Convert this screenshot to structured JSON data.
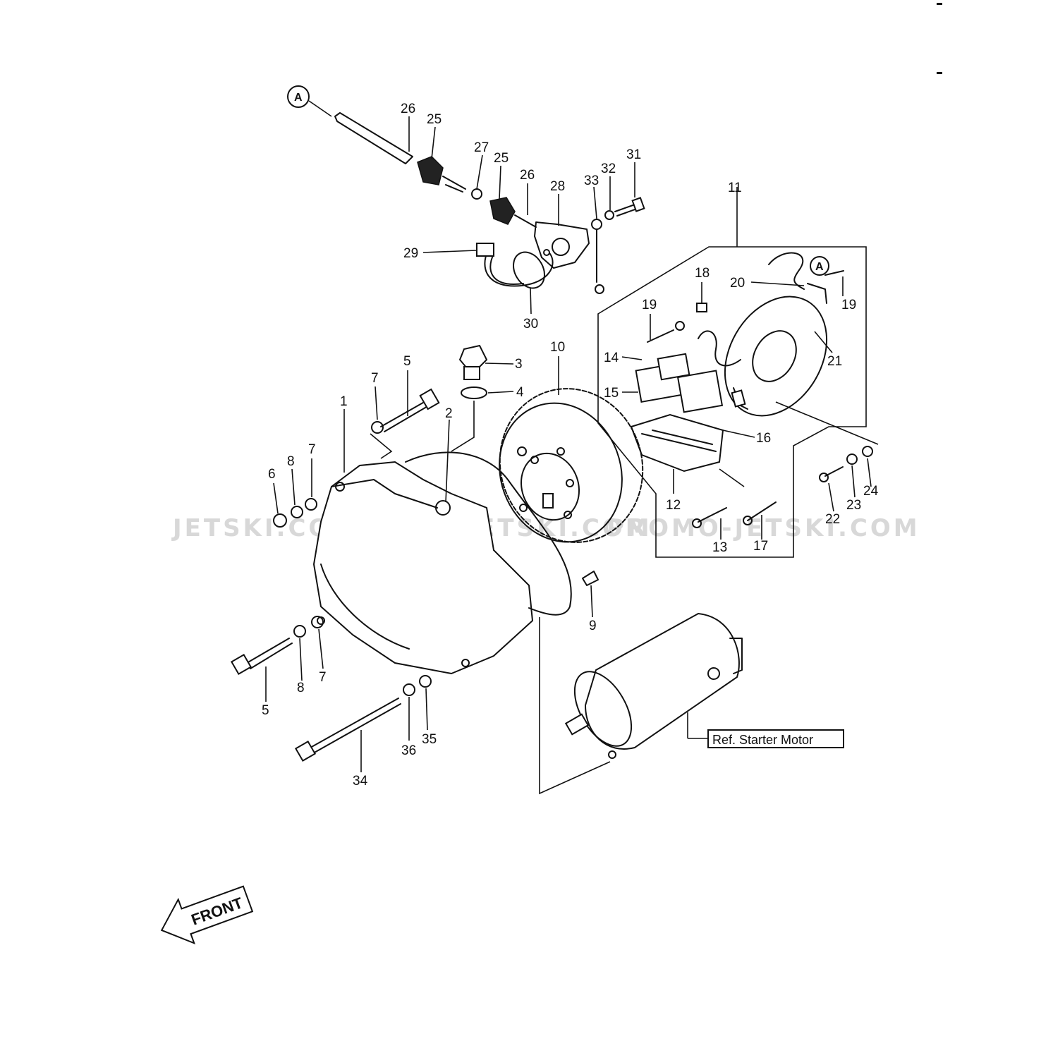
{
  "watermarks": [
    "JETSKI.COM",
    "PROMO-JETSKI.COM",
    "PROMO-JETSKI.COM"
  ],
  "reference_circle": "A",
  "ref_label": "Ref. Starter Motor",
  "front_label": "FRONT",
  "callouts": [
    {
      "id": "c26a",
      "text": "26"
    },
    {
      "id": "c25a",
      "text": "25"
    },
    {
      "id": "c27",
      "text": "27"
    },
    {
      "id": "c25b",
      "text": "25"
    },
    {
      "id": "c26b",
      "text": "26"
    },
    {
      "id": "c28",
      "text": "28"
    },
    {
      "id": "c33",
      "text": "33"
    },
    {
      "id": "c32",
      "text": "32"
    },
    {
      "id": "c31",
      "text": "31"
    },
    {
      "id": "c11",
      "text": "11"
    },
    {
      "id": "c29",
      "text": "29"
    },
    {
      "id": "c30",
      "text": "30"
    },
    {
      "id": "c18",
      "text": "18"
    },
    {
      "id": "c20",
      "text": "20"
    },
    {
      "id": "c19a",
      "text": "19"
    },
    {
      "id": "c19b",
      "text": "19"
    },
    {
      "id": "c21",
      "text": "21"
    },
    {
      "id": "c14",
      "text": "14"
    },
    {
      "id": "c15",
      "text": "15"
    },
    {
      "id": "c16",
      "text": "16"
    },
    {
      "id": "c10",
      "text": "10"
    },
    {
      "id": "c3",
      "text": "3"
    },
    {
      "id": "c4",
      "text": "4"
    },
    {
      "id": "c5a",
      "text": "5"
    },
    {
      "id": "c7a",
      "text": "7"
    },
    {
      "id": "c1",
      "text": "1"
    },
    {
      "id": "c2",
      "text": "2"
    },
    {
      "id": "c7b",
      "text": "7"
    },
    {
      "id": "c8a",
      "text": "8"
    },
    {
      "id": "c6",
      "text": "6"
    },
    {
      "id": "c12",
      "text": "12"
    },
    {
      "id": "c13",
      "text": "13"
    },
    {
      "id": "c17",
      "text": "17"
    },
    {
      "id": "c22",
      "text": "22"
    },
    {
      "id": "c23",
      "text": "23"
    },
    {
      "id": "c24",
      "text": "24"
    },
    {
      "id": "c9",
      "text": "9"
    },
    {
      "id": "c5b",
      "text": "5"
    },
    {
      "id": "c8b",
      "text": "8"
    },
    {
      "id": "c7c",
      "text": "7"
    },
    {
      "id": "c36",
      "text": "36"
    },
    {
      "id": "c35",
      "text": "35"
    },
    {
      "id": "c34",
      "text": "34"
    }
  ]
}
